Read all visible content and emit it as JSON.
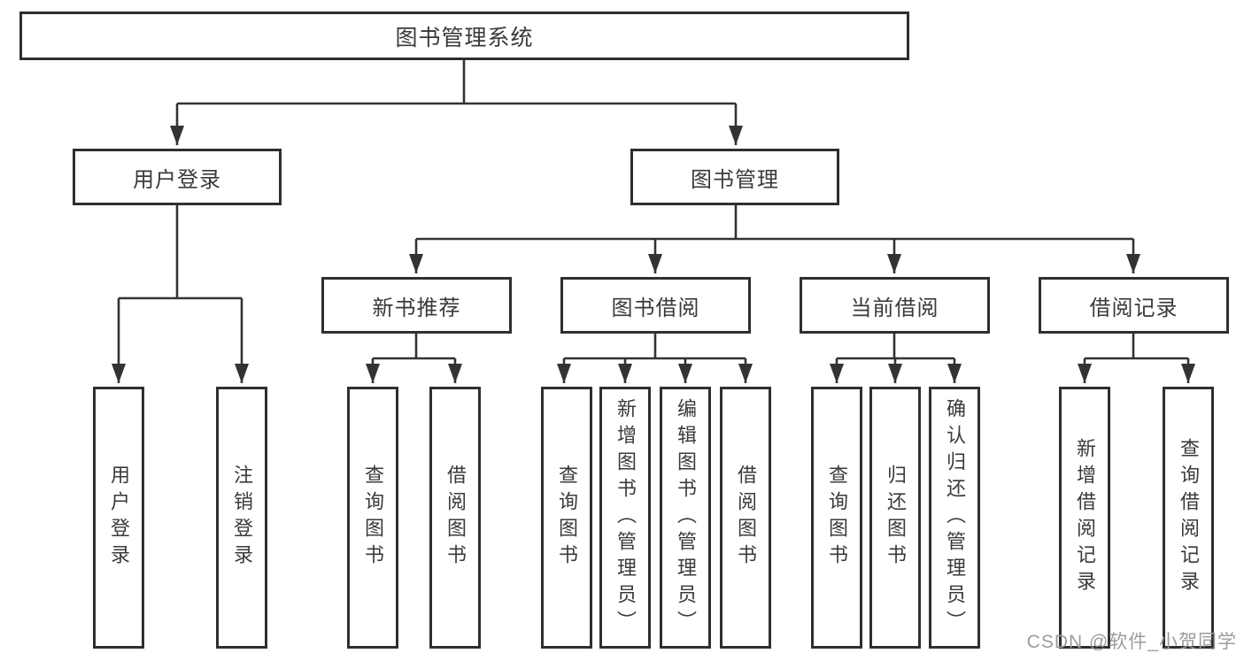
{
  "title": "图书管理系统",
  "branches": {
    "user_login": {
      "label": "用户登录",
      "leaves": [
        {
          "label": "用户登录"
        },
        {
          "label": "注销登录"
        }
      ]
    },
    "book_mgmt": {
      "label": "图书管理",
      "sections": [
        {
          "label": "新书推荐",
          "leaves": [
            {
              "label": "查询图书"
            },
            {
              "label": "借阅图书"
            }
          ]
        },
        {
          "label": "图书借阅",
          "leaves": [
            {
              "label": "查询图书"
            },
            {
              "label": "新增图书（管理员）"
            },
            {
              "label": "编辑图书（管理员）"
            },
            {
              "label": "借阅图书"
            }
          ]
        },
        {
          "label": "当前借阅",
          "leaves": [
            {
              "label": "查询图书"
            },
            {
              "label": "归还图书"
            },
            {
              "label": "确认归还（管理员）"
            }
          ]
        },
        {
          "label": "借阅记录",
          "leaves": [
            {
              "label": "新增借阅记录"
            },
            {
              "label": "查询借阅记录"
            }
          ]
        }
      ]
    }
  },
  "watermark": "CSDN @软件_小贺同学",
  "colors": {
    "line": "#333333",
    "box_border": "#2f2f2f",
    "text": "#3a3a3a",
    "watermark": "#9c9c9c",
    "background": "#ffffff"
  }
}
